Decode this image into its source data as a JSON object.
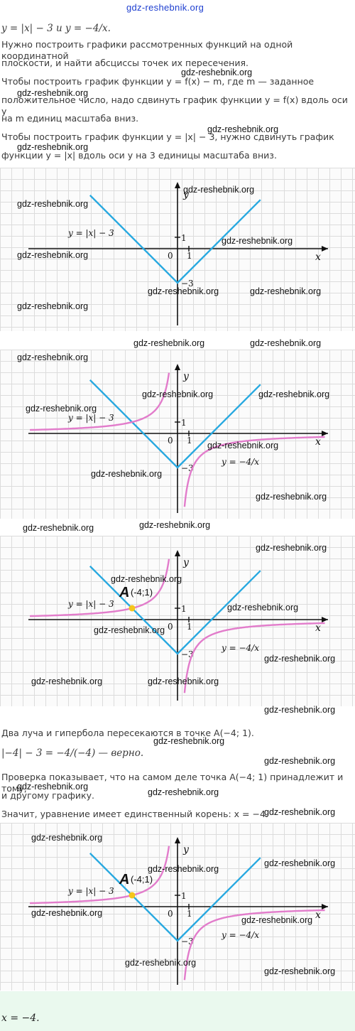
{
  "site": "gdz-reshebnik.org",
  "watermark": "gdz-reshebnik.org",
  "intro": {
    "equation": "y = |x| − 3 и y = −4/x.",
    "task_1": "Нужно построить графики рассмотренных функций на одной координатной",
    "task_2": "плоскости, и найти абсциссы точек их пересечения.",
    "shift_1": "Чтобы построить график функции y = f(x) − m, где m — заданное",
    "shift_2": "положительное число, надо сдвинуть график функции y = f(x) вдоль оси y",
    "shift_3": "на m единиц масштаба вниз.",
    "abs_1": "Чтобы построить график функции y = |x| − 3, нужно сдвинуть график",
    "abs_2": "функции y = |x| вдоль оси y на 3 единицы масштаба вниз."
  },
  "graphs": {
    "y_axis": "y",
    "x_axis": "x",
    "origin": "0",
    "one_x": "1",
    "one_y": "1",
    "minus_three": "−3",
    "abs_label": "y = |x| − 3",
    "hyp_label": "y = −4/x",
    "point_letter": "A",
    "point_coords": "(-4;1)",
    "abs_color": "#29a9e0",
    "hyp_color": "#e27ccb",
    "point_color": "#f5c51c"
  },
  "conclusion": {
    "intersect": "Два луча и гипербола пересекаются в точке A(−4; 1).",
    "check_expr": "|−4| − 3 = −4/(−4) — верно.",
    "proof_1": "Проверка показывает, что на самом деле точка A(−4; 1) принадлежит и тому,",
    "proof_2": "и другому графику.",
    "root": "Значит, уравнение имеет единственный корень: x = −4."
  },
  "answer": "x = −4."
}
